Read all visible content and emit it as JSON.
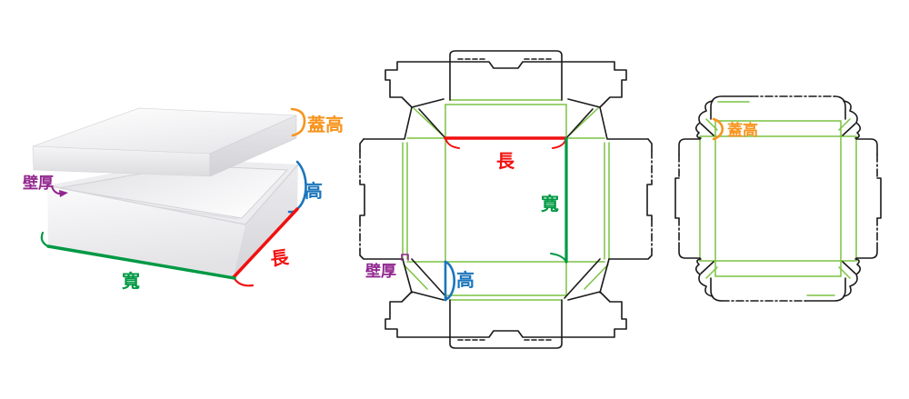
{
  "figure": {
    "type": "packaging-dieline-diagram",
    "views": [
      "3d-box-preview",
      "base-dieline",
      "lid-dieline"
    ]
  },
  "colors": {
    "length": "#f01010",
    "width": "#009944",
    "height": "#1b75bc",
    "lid_height": "#f7941d",
    "wall_thickness": "#92278f",
    "fold_line": "#7cc242",
    "cut_line": "#1a1a1a",
    "background": "#ffffff"
  },
  "labels": {
    "length": "長",
    "width": "寬",
    "height": "高",
    "wall_thickness": "壁厚",
    "lid_height": "蓋高"
  },
  "panels": {
    "box_3d": {
      "lid_height": "蓋高",
      "wall_thickness": "壁厚",
      "height": "高",
      "length": "長",
      "width": "寬"
    },
    "base_dieline": {
      "length": "長",
      "width": "寬",
      "height": "高",
      "wall_thickness": "壁厚"
    },
    "lid_dieline": {
      "lid_height": "蓋高"
    }
  }
}
